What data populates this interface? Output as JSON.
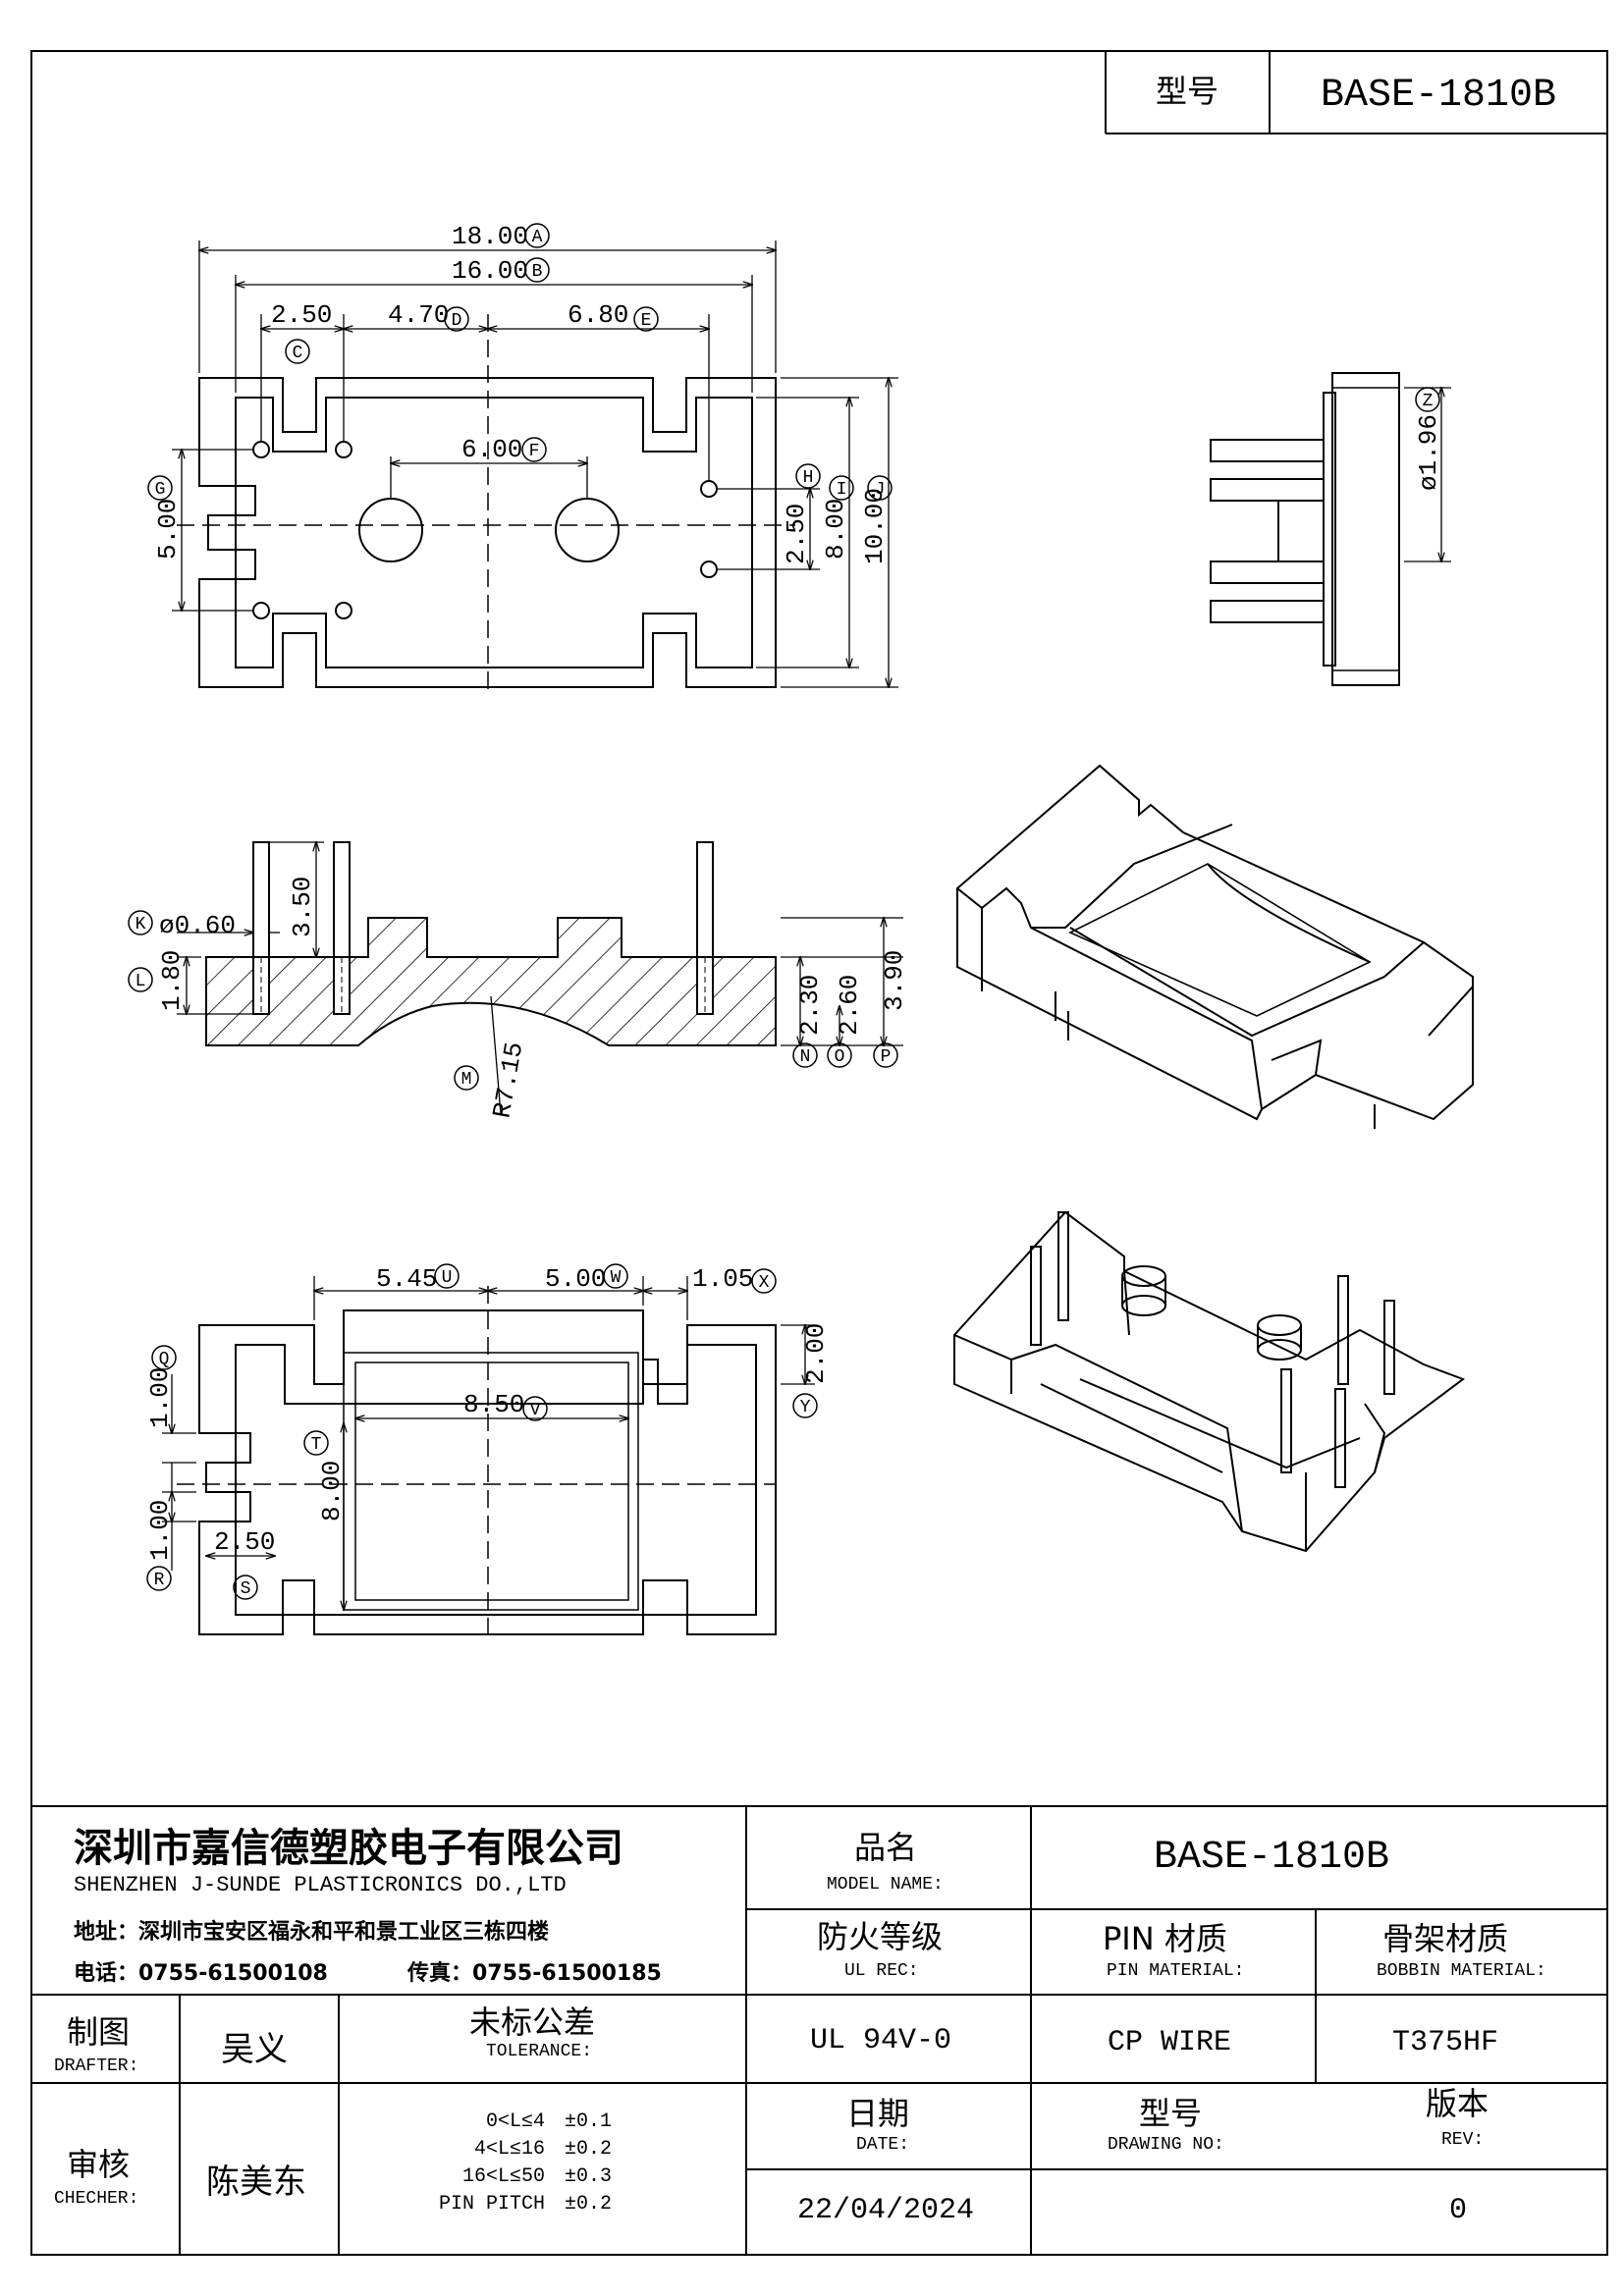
{
  "header": {
    "model_label": "型号",
    "model_value": "BASE-1810B"
  },
  "top_view": {
    "dim_a": "18.00",
    "dim_b": "16.00",
    "dim_c": "2.50",
    "dim_d": "4.70",
    "dim_e": "6.80",
    "dim_f": "5.00",
    "dim_g": "6.00",
    "dim_h": "2.50",
    "dim_i": "8.00",
    "dim_j": "10.00",
    "tags": [
      "A",
      "B",
      "C",
      "D",
      "E",
      "F",
      "G",
      "H",
      "I",
      "J"
    ]
  },
  "side_view": {
    "dim_z": "ø1.96",
    "tag_z": "Z"
  },
  "section_view": {
    "dim_k": "ø0.60",
    "dim_pin": "3.50",
    "dim_l": "1.80",
    "dim_n": "2.30",
    "dim_o": "2.60",
    "dim_p": "3.90",
    "dim_m": "R7.15",
    "tags": [
      "K",
      "L",
      "M",
      "N",
      "O",
      "P"
    ]
  },
  "bottom_view": {
    "dim_u": "5.45",
    "dim_w": "5.00",
    "dim_x": "1.05",
    "dim_y": "2.00",
    "dim_q": "1.00",
    "dim_v": "8.50",
    "dim_t": "8.00",
    "dim_r": "1.00",
    "dim_s": "2.50",
    "tags": [
      "Q",
      "R",
      "S",
      "T",
      "U",
      "V",
      "W",
      "X",
      "Y"
    ]
  },
  "title_block": {
    "company_cn": "深圳市嘉信德塑胶电子有限公司",
    "company_en": "SHENZHEN J-SUNDE PLASTICRONICS DO.,LTD",
    "address": "地址：深圳市宝安区福永和平和景工业区三栋四楼",
    "phone": "电话：0755-61500108",
    "fax": "传真：0755-61500185",
    "model_name_cn": "品名",
    "model_name_en": "MODEL NAME:",
    "model_name_value": "BASE-1810B",
    "ul_cn": "防火等级",
    "ul_en": "UL REC:",
    "ul_value": "UL 94V-0",
    "pin_mat_cn": "PIN 材质",
    "pin_mat_en": "PIN MATERIAL:",
    "pin_mat_value": "CP WIRE",
    "bobbin_mat_cn": "骨架材质",
    "bobbin_mat_en": "BOBBIN MATERIAL:",
    "bobbin_mat_value": "T375HF",
    "drafter_cn": "制图",
    "drafter_en": "DRAFTER:",
    "drafter_value": "吴义",
    "checker_cn": "审核",
    "checker_en": "CHECHER:",
    "checker_value": "陈美东",
    "tolerance_cn": "未标公差",
    "tolerance_en": "TOLERANCE:",
    "tolerances": [
      {
        "range": "0<L≤4",
        "value": "±0.1"
      },
      {
        "range": "4<L≤16",
        "value": "±0.2"
      },
      {
        "range": "16<L≤50",
        "value": "±0.3"
      },
      {
        "range": "PIN PITCH",
        "value": "±0.2"
      }
    ],
    "date_cn": "日期",
    "date_en": "DATE:",
    "date_value": "22/04/2024",
    "drawing_no_cn": "型号",
    "drawing_no_en": "DRAWING NO:",
    "drawing_no_value": "",
    "rev_cn": "版本",
    "rev_en": "REV:",
    "rev_value": "0"
  }
}
